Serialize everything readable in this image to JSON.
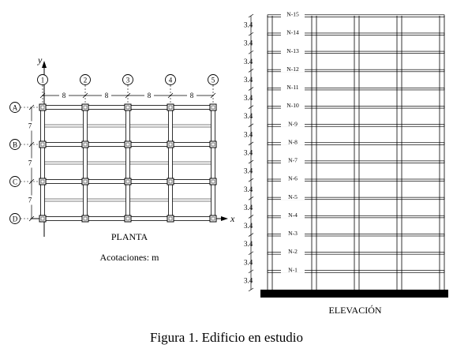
{
  "plan": {
    "title": "PLANTA",
    "units_note": "Acotaciones: m",
    "axis_x": "x",
    "axis_y": "y",
    "column_axes": [
      "1",
      "2",
      "3",
      "4",
      "5"
    ],
    "row_axes": [
      "A",
      "B",
      "C",
      "D"
    ],
    "bay_x_dims": [
      "8",
      "8",
      "8",
      "8"
    ],
    "bay_y_dims": [
      "7",
      "7",
      "7"
    ]
  },
  "elevation": {
    "title": "ELEVACIÓN",
    "levels": [
      "N-1",
      "N-2",
      "N-3",
      "N-4",
      "N-5",
      "N-6",
      "N-7",
      "N-8",
      "N-9",
      "N-10",
      "N-11",
      "N-12",
      "N-13",
      "N-14",
      "N-15"
    ],
    "story_dims": [
      "3.4",
      "3.4",
      "3.4",
      "3.4",
      "3.4",
      "3.4",
      "3.4",
      "3.4",
      "3.4",
      "3.4",
      "3.4",
      "3.4",
      "3.4",
      "3.4",
      "3.4"
    ]
  },
  "caption": "Figura 1. Edificio en estudio"
}
